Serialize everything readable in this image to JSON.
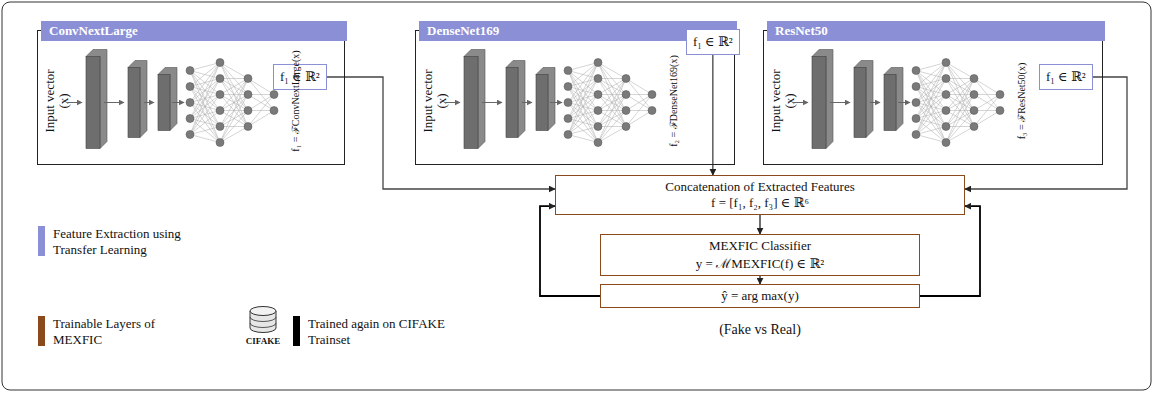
{
  "diagram": {
    "nodes": [
      {
        "text": [
          "ConvNextLarge"
        ]
      },
      {
        "text": [
          "f₁ ∈ ℝ²"
        ],
        "in": 0
      },
      {
        "text": [
          "DenseNet169"
        ]
      },
      {
        "text": [
          "f₁ ∈ ℝ²"
        ],
        "in": 2
      },
      {
        "text": [
          "ResNet50"
        ]
      },
      {
        "text": [
          "f₁ ∈ ℝ²"
        ],
        "in": 4
      },
      {
        "text": [
          "Concatenation of Extracted Features",
          "f = [f₁, f₂, f₃] ∈ ℝ⁶"
        ]
      },
      {
        "text": [
          "MEXFIC Classifier",
          "y = ℳMEXFIC(f) ∈ ℝ²"
        ]
      },
      {
        "text": [
          "ŷ = arg max(y)"
        ]
      }
    ],
    "edges": [
      {
        "from": 1,
        "to": 6,
        "arrow": "to"
      },
      {
        "from": 3,
        "to": 6,
        "arrow": "to"
      },
      {
        "from": 5,
        "to": 6,
        "arrow": "to"
      },
      {
        "from": 6,
        "to": 7,
        "arrow": "to"
      },
      {
        "from": 7,
        "to": 8,
        "arrow": "to"
      },
      {
        "from": 8,
        "to": 6,
        "arrow": "to"
      },
      {
        "from": 8,
        "to": 6,
        "arrow": "to"
      }
    ],
    "labels": [
      "Input vector (x)",
      "f₁ = ℱConvNextLarge(x)",
      "Input vector (x)",
      "f₂ = ℱDenseNet169(x)",
      "Input vector (x)",
      "f₃ = ℱResNet50(x)",
      "CIFAKE",
      "(Fake vs Real)"
    ],
    "legend": [
      {
        "text": "Feature Extraction using Transfer Learning",
        "color": "#8b8fd6"
      },
      {
        "text": "Trainable Layers of MEXFIC",
        "color": "#8b4a1c"
      },
      {
        "text": "Trained again on CIFAKE Trainset",
        "color": "#000000"
      }
    ]
  }
}
